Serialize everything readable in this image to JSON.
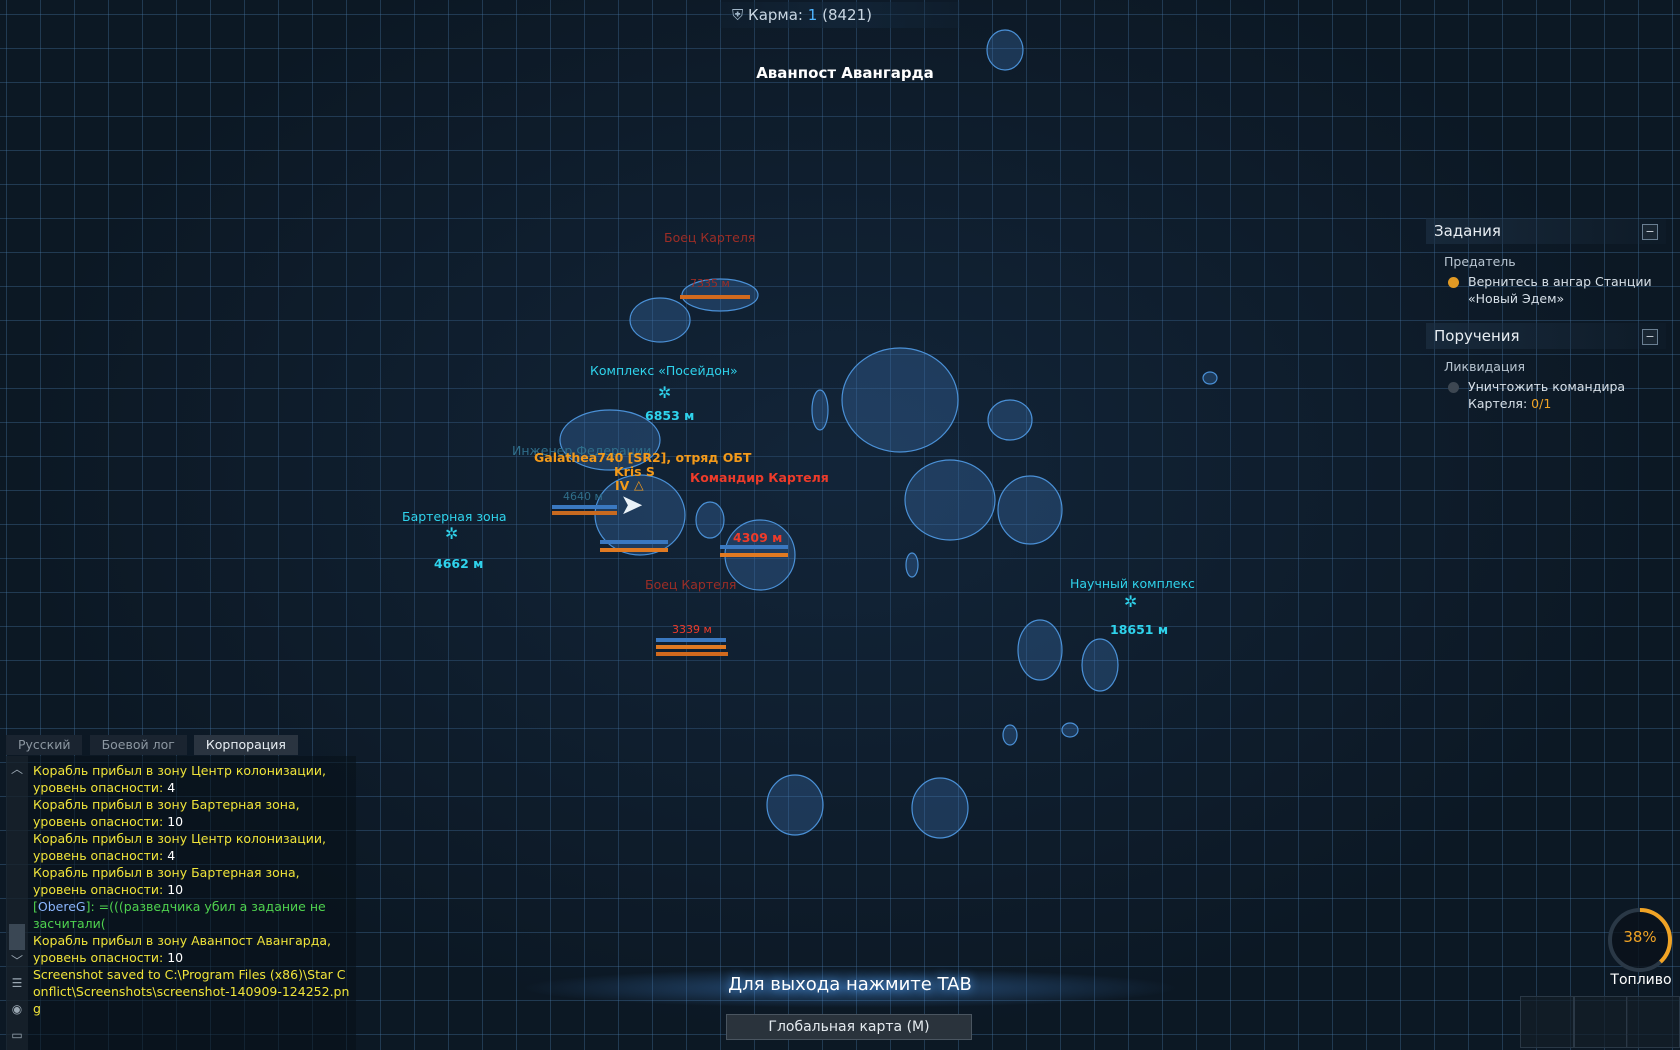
{
  "top": {
    "karma_label": "Карма:",
    "karma_value": "1",
    "karma_points": "(8421)",
    "zone_title": "Аванпост Авангарда"
  },
  "map_labels": {
    "poseidon": {
      "name": "Комплекс «Посейдон»",
      "dist": "6853 м"
    },
    "barter": {
      "name": "Бартерная зона",
      "dist": "4662 м"
    },
    "science": {
      "name": "Научный комплекс",
      "dist": "18651 м"
    },
    "player": {
      "name": "Galathea740 [SR2], отряд OБТ",
      "sub1": "Kris S",
      "sub2": "IV"
    },
    "cartel_cmd": {
      "name": "Командир Картеля",
      "dist": "4309 м"
    },
    "cartel_fighter_top": {
      "name": "Боец Картеля",
      "dist": "7335 м"
    },
    "cartel_fighter_bottom": {
      "name": "Боец Картеля",
      "dist": "3339 м"
    },
    "engineer": {
      "name": "Инженер Федерации",
      "dist": "4640 м"
    }
  },
  "tasks": {
    "header": "Задания",
    "group": "Предатель",
    "item": "Вернитесь в ангар Станции «Новый Эдем»",
    "header2": "Поручения",
    "group2": "Ликвидация",
    "item2_text": "Уничтожить командира Картеля:",
    "item2_count": "0/1",
    "collapse": "−"
  },
  "chat": {
    "tabs": [
      "Русский",
      "Боевой лог",
      "Корпорация"
    ],
    "lines": {
      "l1": "Корабль прибыл в зону Центр колонизации, уровень опасности:",
      "l1n": "4",
      "l2": "Корабль прибыл в зону Бартерная зона, уровень опасности:",
      "l2n": "10",
      "l3": "Корабль прибыл в зону Центр колонизации, уровень опасности:",
      "l3n": "4",
      "l4": "Корабль прибыл в зону Бартерная зона, уровень опасности:",
      "l4n": "10",
      "l5_nick": "ObereG",
      "l5": ": =(((разведчика убил а задание не засчитали(",
      "l6": "Корабль прибыл в зону Аванпост Авангарда, уровень опасности:",
      "l6n": "10",
      "l7": "Screenshot saved to C:\\Program Files (x86)\\Star Conflict\\Screenshots\\screenshot-140909-124252.png"
    }
  },
  "bottom": {
    "exit_tip": "Для выхода нажмите TAB",
    "global_map": "Глобальная карта (M)"
  },
  "fuel": {
    "percent": "38%",
    "label": "Топливо",
    "fraction": 0.38
  },
  "colors": {
    "cyan": "#2fd3ec",
    "orange": "#f39a1a",
    "red": "#ee3b2a",
    "yellow": "#f0e43a"
  }
}
